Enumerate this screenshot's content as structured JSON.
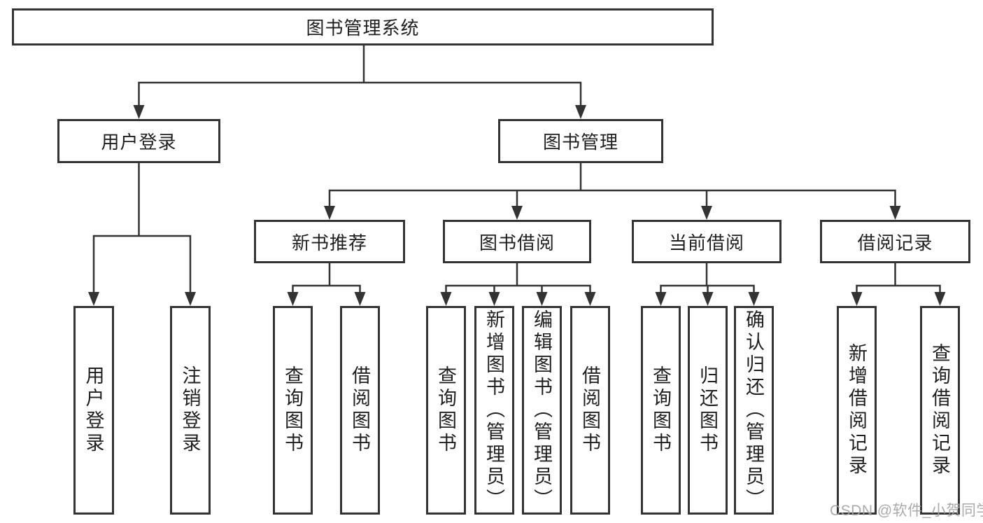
{
  "tree": {
    "root": {
      "label": "图书管理系统"
    },
    "branches": [
      {
        "label": "用户登录",
        "children": [
          {
            "label": "用户登录"
          },
          {
            "label": "注销登录"
          }
        ]
      },
      {
        "label": "图书管理",
        "sections": [
          {
            "label": "新书推荐",
            "children": [
              {
                "label": "查询图书"
              },
              {
                "label": "借阅图书"
              }
            ]
          },
          {
            "label": "图书借阅",
            "children": [
              {
                "label": "查询图书"
              },
              {
                "label": "新增图书（管理员）"
              },
              {
                "label": "编辑图书（管理员）"
              },
              {
                "label": "借阅图书"
              }
            ]
          },
          {
            "label": "当前借阅",
            "children": [
              {
                "label": "查询图书"
              },
              {
                "label": "归还图书"
              },
              {
                "label": "确认归还（管理员）"
              }
            ]
          },
          {
            "label": "借阅记录",
            "children": [
              {
                "label": "新增借阅记录"
              },
              {
                "label": "查询借阅记录"
              }
            ]
          }
        ]
      }
    ]
  },
  "watermark": "CSDN @软件_小贺同学",
  "colors": {
    "line": "#333333",
    "box_border": "#333333",
    "text": "#1f1f1f",
    "watermark": "#a3a3a3",
    "background": "#ffffff"
  }
}
